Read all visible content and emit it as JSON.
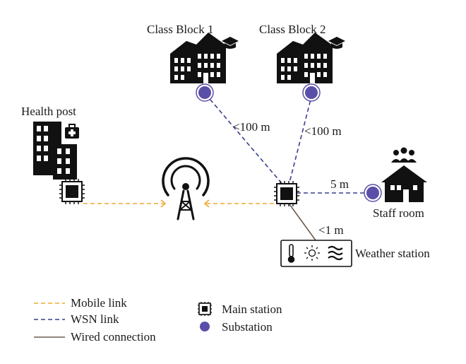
{
  "buildings": {
    "class_block_1": "Class Block 1",
    "class_block_2": "Class Block 2",
    "health_post": "Health post",
    "staff_room": "Staff room",
    "weather_station": "Weather station"
  },
  "links": {
    "class1_distance": "<100 m",
    "class2_distance": "<100 m",
    "staff_distance": "5 m",
    "weather_distance": "<1 m"
  },
  "legend": {
    "mobile_link": "Mobile link",
    "wsn_link": "WSN link",
    "wired_connection": "Wired connection",
    "main_station": "Main station",
    "substation": "Substation"
  },
  "colors": {
    "mobile_link": "#f0a830",
    "wsn_link": "#3a3f8f",
    "wired": "#6b5b50",
    "substation_fill": "#5a4fa8",
    "ink": "#1a1a1a"
  },
  "icons": {
    "weather": [
      "thermometer-icon",
      "sun-icon",
      "wind-waves-icon"
    ],
    "tower": "radio-tower-icon",
    "main_station": "chip-icon",
    "substation": "circle-node-icon"
  }
}
